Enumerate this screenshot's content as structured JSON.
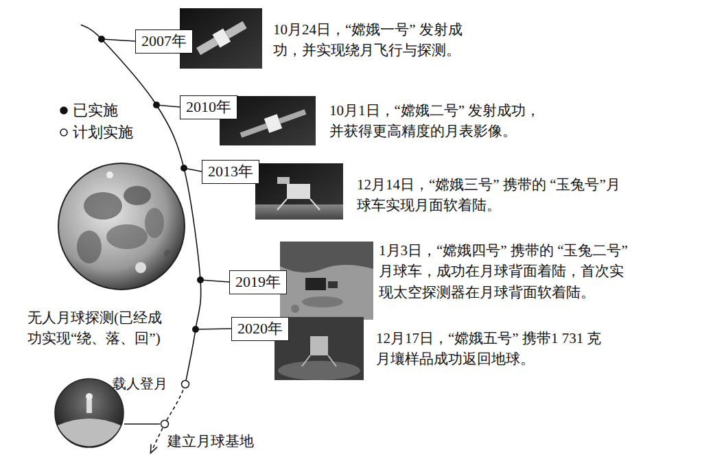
{
  "diagram": {
    "nodes": [
      {
        "text": [
          "2007年"
        ]
      },
      {
        "text": [
          "2010年"
        ]
      },
      {
        "text": [
          "2013年"
        ]
      },
      {
        "text": [
          "2019年"
        ]
      },
      {
        "text": [
          "2020年"
        ]
      }
    ],
    "labels": [
      "10月24日，“嫦娥一号” 发射成功，并实现绕月飞行与探测。",
      "10月1日，“嫦娥二号” 发射成功，并获得更高精度的月表影像。",
      "12月14日，“嫦娥三号” 携带的 “玉兔号”月球车实现月面软着陆。",
      "1月3日，“嫦娥四号” 携带的 “玉兔二号”月球车，成功在月球背面着陆，首次实现太空探测器在月球背面软着陆。",
      "12月17日，“嫦娥五号” 携带1 731 克月壤样品成功返回地球。",
      "无人月球探测(已经成功实现“绕、落、回”)",
      "载人登月",
      "建立月球基地"
    ],
    "legend": [
      {
        "text": "已实施"
      },
      {
        "text": "计划实施"
      }
    ]
  }
}
